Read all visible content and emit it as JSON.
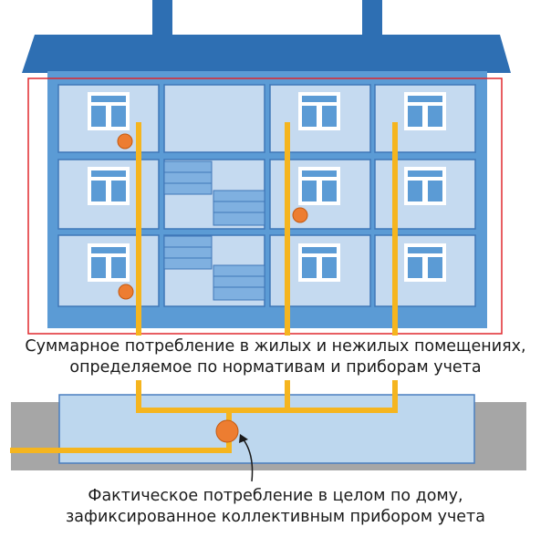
{
  "labels": {
    "apartments_line1": "Суммарное потребление в жилых и нежилых помещениях,",
    "apartments_line2": "определяемое по нормативам и приборам учета",
    "house_line1": "Фактическое потребление в целом по дому,",
    "house_line2": "зафиксированное коллективным прибором учета"
  },
  "colors": {
    "roof": "#2e6fb3",
    "facade": "#5b9bd5",
    "window_cell": "#c5daf0",
    "pipe": "#f5b51f",
    "meter": "#ed7d31",
    "highlight_frame": "#e0282d",
    "ground": "#a6a6a6",
    "basement": "#bdd7ee"
  }
}
